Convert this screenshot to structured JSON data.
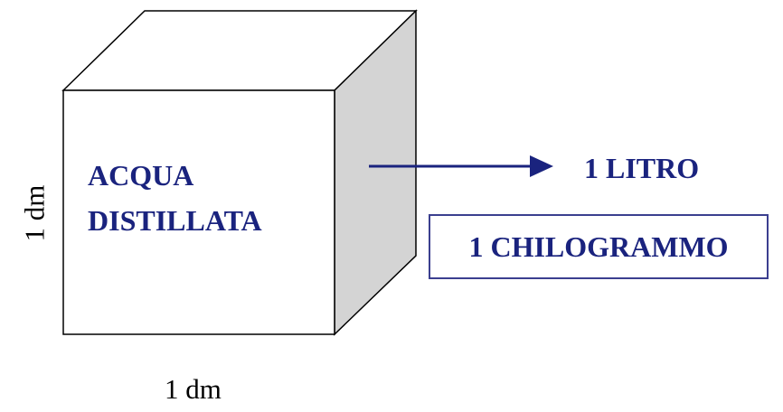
{
  "cube": {
    "line1": "ACQUA",
    "line2": "DISTILLATA",
    "side_color": "#d4d4d4",
    "edge_color": "#000000"
  },
  "arrow": {
    "color": "#1a237e",
    "result_label": "1 LITRO"
  },
  "mass_box": {
    "label": "1 CHILOGRAMMO",
    "border_color": "#3b3f8f"
  },
  "dimensions": {
    "width_label": "1 dm",
    "height_label": "1 dm"
  },
  "text_color": "#1a237e"
}
